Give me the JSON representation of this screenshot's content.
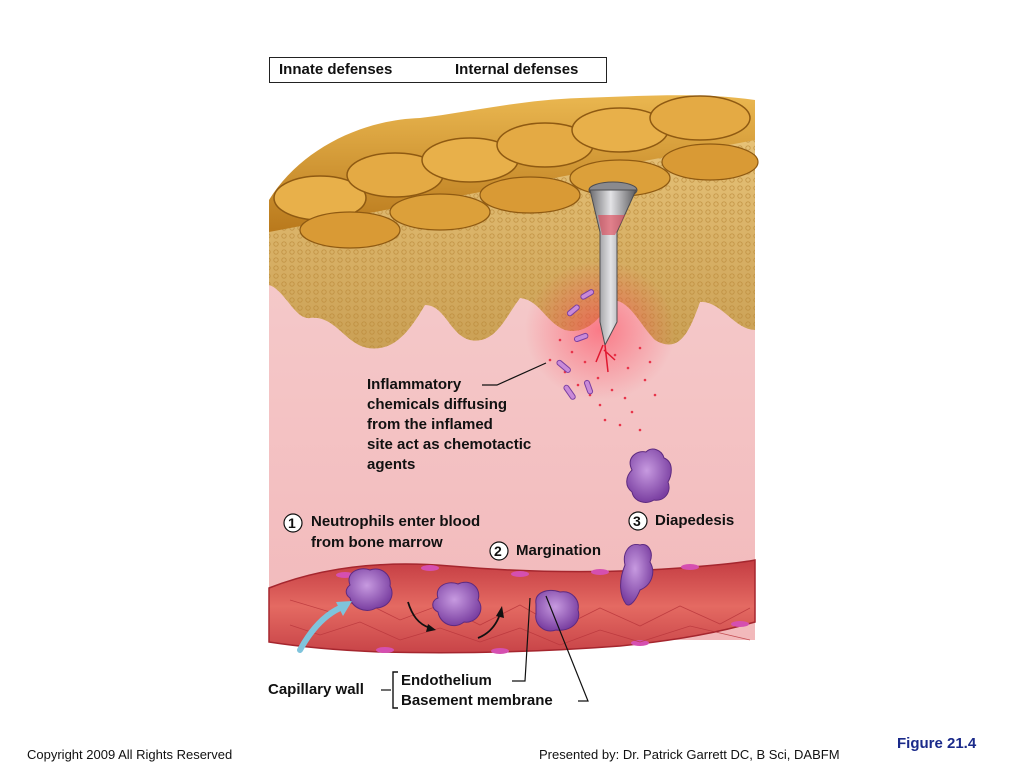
{
  "header": {
    "left": "Innate defenses",
    "right": "Internal defenses"
  },
  "labels": {
    "chemicals": [
      "Inflammatory",
      "chemicals diffusing",
      "from the inflamed",
      "site act as chemotactic",
      "agents"
    ],
    "step1_num": "1",
    "step1": [
      "Neutrophils enter blood",
      "from bone marrow"
    ],
    "step2_num": "2",
    "step2": "Margination",
    "step3_num": "3",
    "step3": "Diapedesis",
    "capillary_wall": "Capillary wall",
    "endothelium": "Endothelium",
    "basement_membrane": "Basement membrane"
  },
  "footer": {
    "copyright": "Copyright 2009 All Rights Reserved",
    "presenter": "Presented by: Dr. Patrick Garrett DC, B Sci, DABFM",
    "figure": "Figure 21.4"
  },
  "colors": {
    "skin_top": "#d9a13c",
    "dermis": "#f4c6c8",
    "vessel": "#d9555a",
    "neutrophil": "#9b5fbf",
    "arrow_blue": "#7fc4dc",
    "figure_label": "#1a2a8a"
  }
}
